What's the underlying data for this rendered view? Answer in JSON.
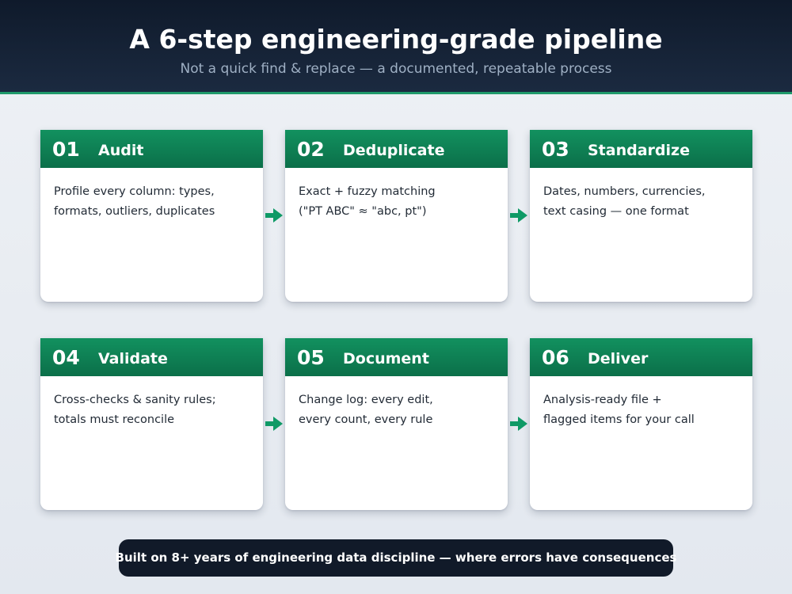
{
  "header": {
    "title": "A 6-step engineering-grade pipeline",
    "subtitle": "Not a quick find & replace — a documented, repeatable process"
  },
  "steps": [
    {
      "number": "01",
      "title": "Audit",
      "lines": [
        "Profile every column: types,",
        "formats, outliers, duplicates"
      ]
    },
    {
      "number": "02",
      "title": "Deduplicate",
      "lines": [
        "Exact + fuzzy matching",
        "(\"PT ABC\" ≈ \"abc, pt\")"
      ]
    },
    {
      "number": "03",
      "title": "Standardize",
      "lines": [
        "Dates, numbers, currencies,",
        "text casing — one format"
      ]
    },
    {
      "number": "04",
      "title": "Validate",
      "lines": [
        "Cross-checks & sanity rules;",
        "totals must reconcile"
      ]
    },
    {
      "number": "05",
      "title": "Document",
      "lines": [
        "Change log: every edit,",
        "every count, every rule"
      ]
    },
    {
      "number": "06",
      "title": "Deliver",
      "lines": [
        "Analysis-ready file +",
        "flagged items for your call"
      ]
    }
  ],
  "footer": {
    "text": "Built on 8+ years of engineering data discipline — where errors have consequences"
  },
  "colors": {
    "accent_green": "#0f7f55",
    "header_bg": "#0f1a2b",
    "footer_bg": "#111a29"
  },
  "icons": {
    "connector": "arrow-right-icon"
  }
}
